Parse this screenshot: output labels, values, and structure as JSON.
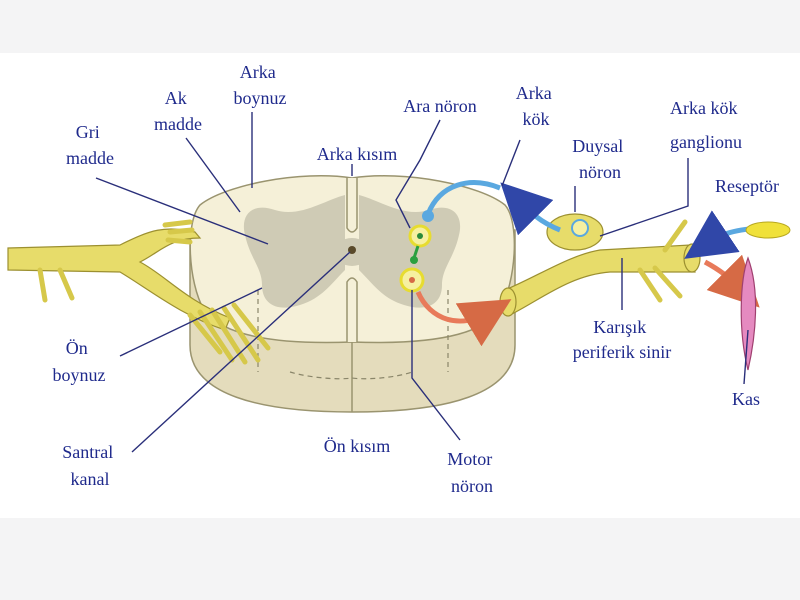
{
  "diagram": {
    "labels": {
      "gri_madde": [
        "Gri",
        "madde"
      ],
      "ak_madde": [
        "Ak",
        "madde"
      ],
      "arka_boynuz": [
        "Arka",
        "boynuz"
      ],
      "arka_kisim": "Arka kısım",
      "ara_noron": "Ara nöron",
      "arka_kok": [
        "Arka",
        "kök"
      ],
      "duysal_noron": [
        "Duysal",
        "nöron"
      ],
      "arka_kok_ganglionu": [
        "Arka kök",
        "ganglionu"
      ],
      "reseptor": "Reseptör",
      "on_boynuz": [
        "Ön",
        "boynuz"
      ],
      "santral_kanal": [
        "Santral",
        "kanal"
      ],
      "on_kisim": "Ön kısım",
      "motor_noron": [
        "Motor",
        "nöron"
      ],
      "karisik_periferik_sinir": [
        "Karışık",
        "periferik sinir"
      ],
      "kas": "Kas"
    },
    "colors": {
      "label_text": "#1f2a8c",
      "leader_line": "#2a2f7a",
      "white_matter": "#f5f0d8",
      "grey_matter": "#cfcbb5",
      "cord_side": "#e4dcbc",
      "nerve": "#e7dc6a",
      "sensory_path": "#5aa8e0",
      "motor_path": "#e87a5a",
      "muscle": "#e58ac0",
      "receptor": "#f0e13a"
    }
  }
}
